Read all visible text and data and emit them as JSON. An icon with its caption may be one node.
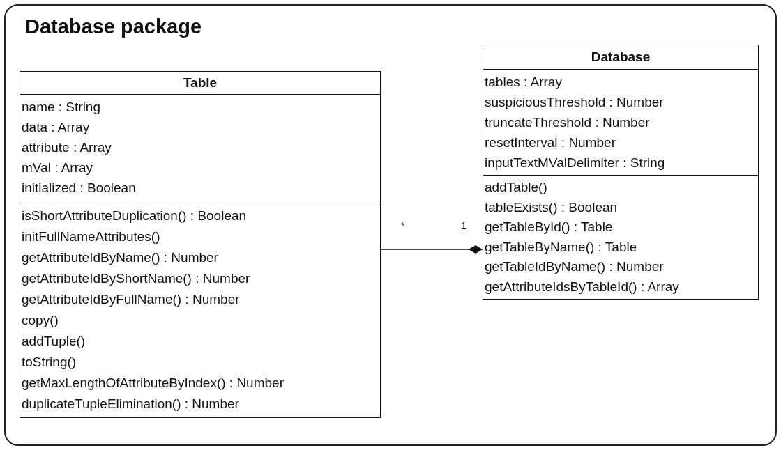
{
  "diagram": {
    "nodes": [
      {
        "text": [
          "Database package"
        ]
      },
      {
        "text": [
          "Table",
          "name : String",
          "data : Array",
          "attribute : Array",
          "mVal : Array",
          "initialized : Boolean",
          "isShortAttributeDuplication() : Boolean",
          "initFullNameAttributes()",
          "getAttributeIdByName() : Number",
          "getAttributeIdByShortName() : Number",
          "getAttributeIdByFullName() : Number",
          "copy()",
          "addTuple()",
          "toString()",
          "getMaxLengthOfAttributeByIndex() : Number",
          "duplicateTupleElimination() : Number"
        ],
        "in": 0
      },
      {
        "text": [
          "Database",
          "tables : Array",
          "suspiciousThreshold : Number",
          "truncateThreshold : Number",
          "resetInterval : Number",
          "inputTextMValDelimiter : String",
          "addTable()",
          "tableExists() : Boolean",
          "getTableById() : Table",
          "getTableByName() : Table",
          "getTableIdByName() : Number",
          "getAttributeIdsByTableId() : Array"
        ],
        "in": 0
      }
    ],
    "edges": [
      {
        "from": 1,
        "to": 2,
        "arrow": "other"
      }
    ],
    "labels": [
      "*",
      "1"
    ]
  }
}
